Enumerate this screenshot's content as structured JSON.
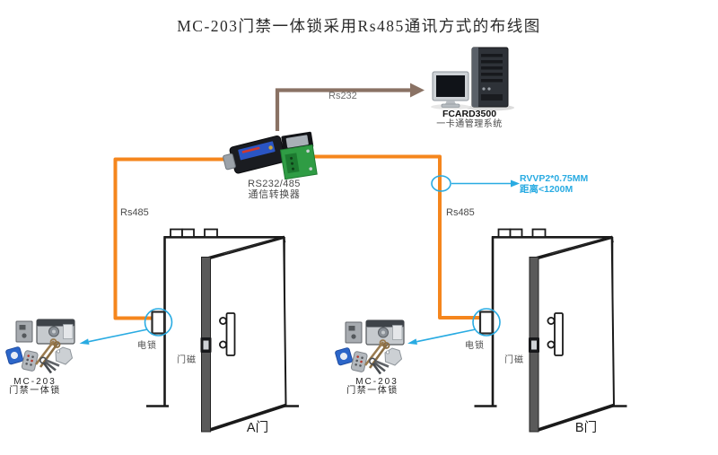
{
  "title": "MC-203门禁一体锁采用Rs485通讯方式的布线图",
  "management_system": {
    "model": "FCARD3500",
    "name": "一卡通管理系统"
  },
  "converter": {
    "model": "RS232/485",
    "name": "通信转换器"
  },
  "links": {
    "rs232_label": "Rs232",
    "rs485_left_label": "Rs485",
    "rs485_right_label": "Rs485",
    "cable_spec": "RVVP2*0.75MM",
    "cable_distance": "距离<1200M"
  },
  "door_a": {
    "label": "A门",
    "lock_label": "电锁",
    "magnet_label": "门磁",
    "kit_model": "MC-203",
    "kit_name": "门禁一体锁"
  },
  "door_b": {
    "label": "B门",
    "lock_label": "电锁",
    "magnet_label": "门磁",
    "kit_model": "MC-203",
    "kit_name": "门禁一体锁"
  },
  "colors": {
    "wire_orange": "#F5861D",
    "annotation_blue": "#29ABE2",
    "rs232_brown": "#8A7264",
    "door_edge_gray": "#5A5A5A"
  }
}
